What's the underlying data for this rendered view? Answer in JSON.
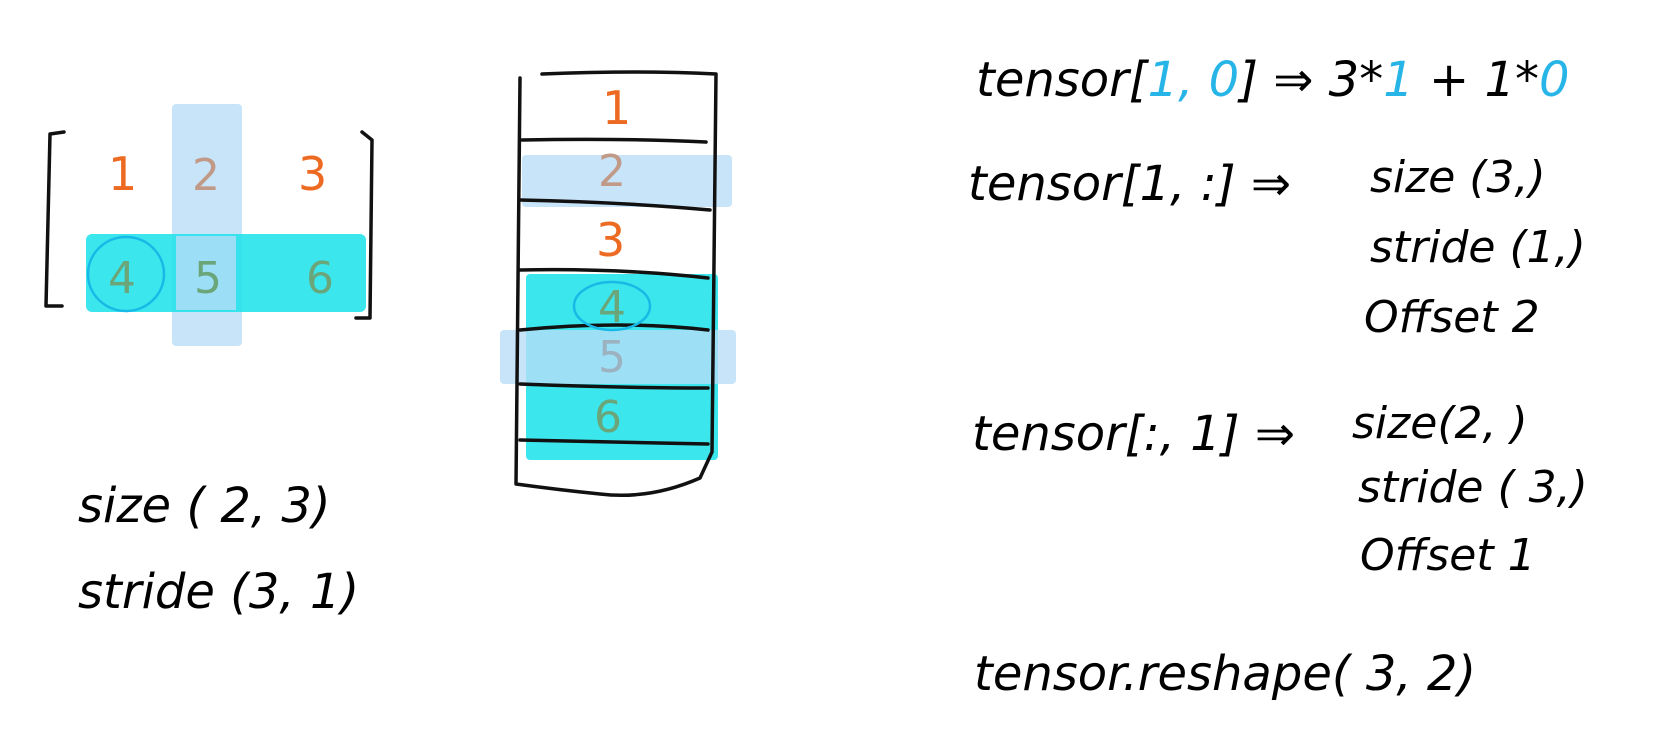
{
  "matrix": {
    "row1": [
      "1",
      "2",
      "3"
    ],
    "row2": [
      "4",
      "5",
      "6"
    ],
    "size_label": "size ( 2, 3)",
    "stride_label": "stride (3, 1)"
  },
  "memory": {
    "cells": [
      "1",
      "2",
      "3",
      "4",
      "5",
      "6"
    ]
  },
  "examples": {
    "ex1_prefix": "tensor[",
    "ex1_idx1": "1",
    "ex1_comma": ", ",
    "ex1_idx2": "0",
    "ex1_mid": "] ⇒ 3*",
    "ex1_mul1": "1",
    "ex1_plus": " + 1*",
    "ex1_mul2": "0",
    "ex2_left": "tensor[1, :] ⇒",
    "ex2_size": "size  (3,)",
    "ex2_stride": "stride (1,)",
    "ex2_offset": "Offset  2",
    "ex3_left": "tensor[:, 1] ⇒",
    "ex3_size": "size(2, )",
    "ex3_stride": "stride ( 3,)",
    "ex3_offset": "Offset  1",
    "ex4": "tensor.reshape( 3, 2)"
  },
  "colors": {
    "orange": "#ec6a21",
    "cyan": "#21e3ea",
    "light_blue": "#b9dcf7",
    "index_blue": "#27b5e8"
  }
}
